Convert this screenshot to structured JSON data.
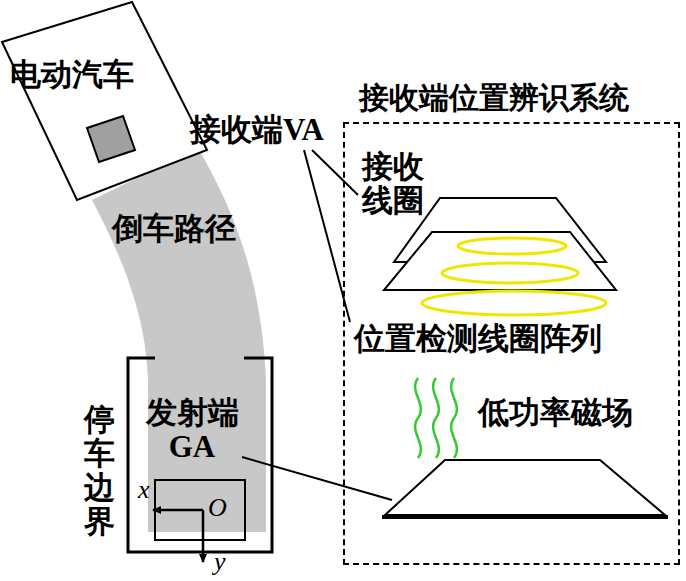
{
  "diagram": {
    "nodes": [
      {
        "text": [
          "电动汽车"
        ]
      },
      {
        "text": [
          "停车边界",
          "发射端 GA"
        ]
      },
      {
        "text": [
          "接收端位置辨识系统"
        ]
      }
    ],
    "labels": [
      "倒车路径",
      "x",
      "O",
      "y",
      "接收端VA",
      "接收 线圈",
      "位置检测线圈阵列",
      "低功率磁场"
    ]
  }
}
